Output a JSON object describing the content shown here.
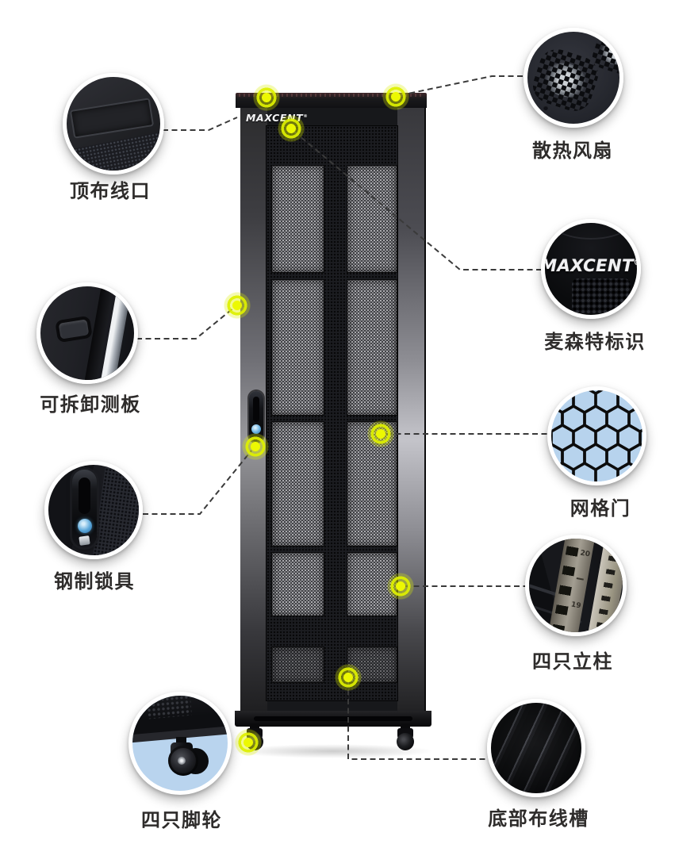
{
  "page": {
    "background": "#ffffff"
  },
  "cabinet": {
    "brand_text": "MAXCENT",
    "brand_mark": "®"
  },
  "callouts": [
    {
      "name": "top-cable-entry",
      "label": "顶布线口"
    },
    {
      "name": "cooling-fan",
      "label": "散热风扇"
    },
    {
      "name": "removable-side-panel",
      "label": "可拆卸测板"
    },
    {
      "name": "brand-logo",
      "label": "麦森特标识",
      "logo_text": "MAXCENT",
      "logo_mark": "®"
    },
    {
      "name": "steel-lock",
      "label": "钢制锁具"
    },
    {
      "name": "mesh-door",
      "label": "网格门"
    },
    {
      "name": "four-pillars",
      "label": "四只立柱",
      "rail_marks": [
        "20",
        "19"
      ]
    },
    {
      "name": "four-casters",
      "label": "四只脚轮"
    },
    {
      "name": "bottom-cable-trough",
      "label": "底部布线槽"
    }
  ],
  "colors": {
    "marker_yellow": "#e8f500",
    "honeycomb_blue": "#b7d3ed",
    "caster_blue": "#b9d4ee",
    "connector_line": "#3a3a3a",
    "label_text": "#2e2c2b"
  }
}
